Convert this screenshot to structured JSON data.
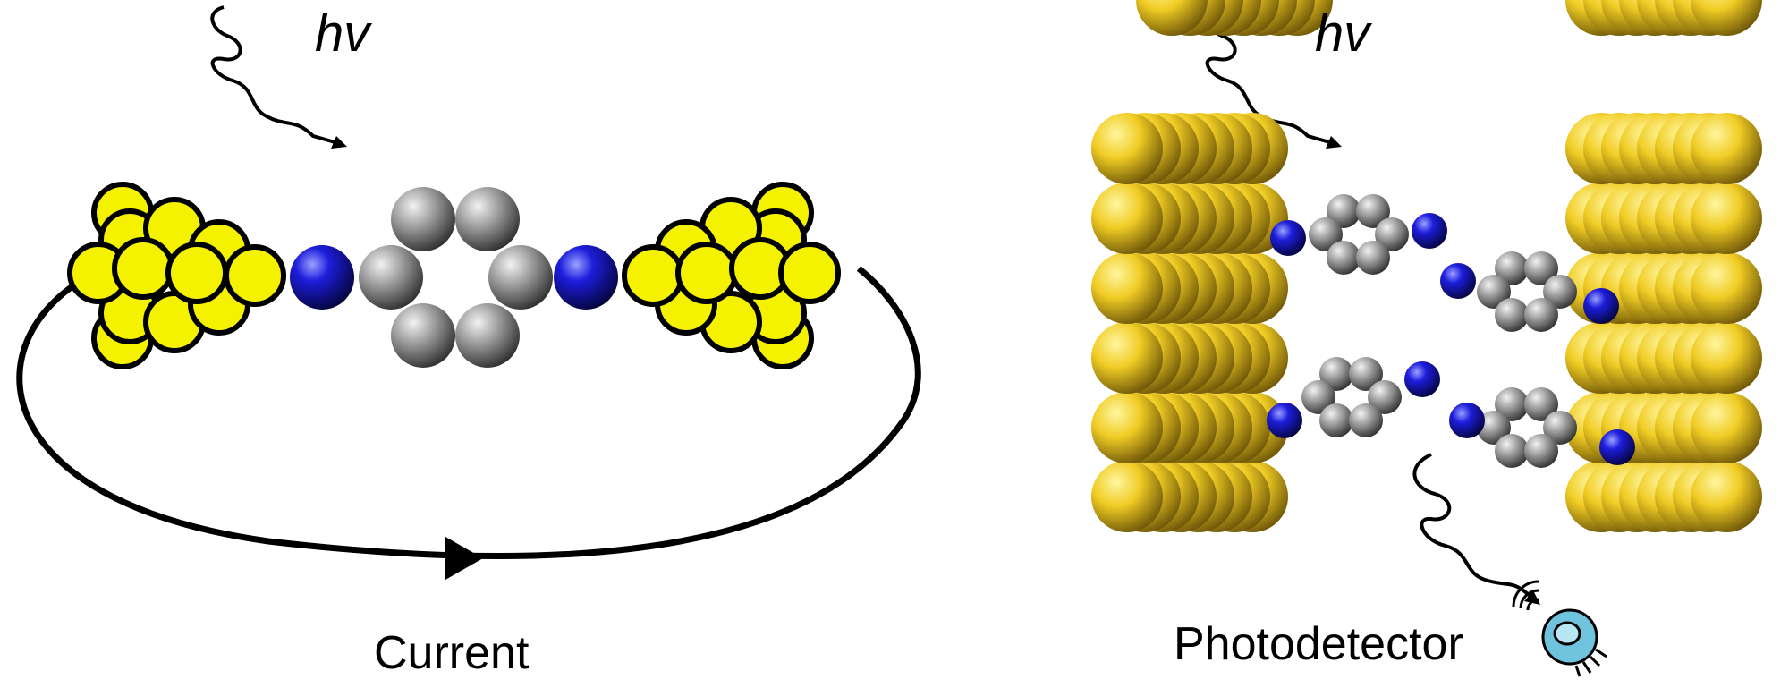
{
  "left_panel": {
    "photon_label": "hv",
    "caption": "Current"
  },
  "right_panel": {
    "photon_label": "hv",
    "caption": "Photodetector",
    "detector_icon": "photodetector-icon"
  },
  "colors": {
    "gold_cartoon": "#f5f200",
    "gold_surface": "#e8c81e",
    "nitrogen": "#1a1ad6",
    "carbon": "#8c8c8c",
    "outline": "#000000",
    "detector": "#6fc3dd"
  }
}
